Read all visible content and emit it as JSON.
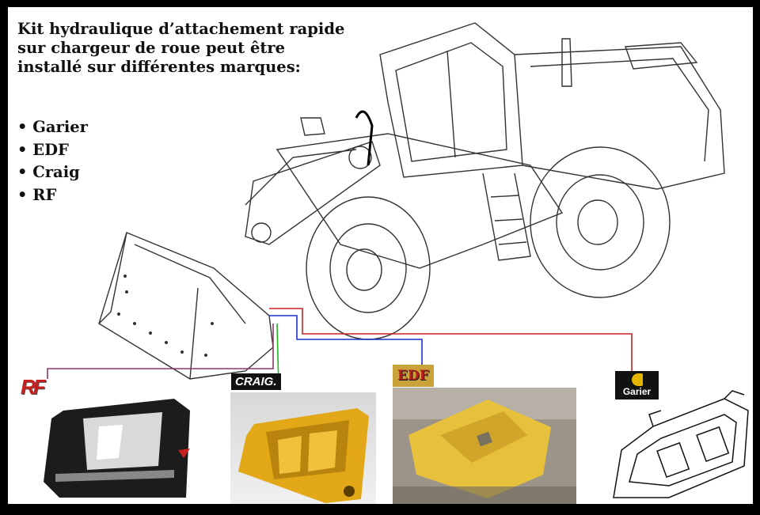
{
  "title": "Kit hydraulique d’attachement rapide sur chargeur de roue peut être installé sur différentes marques:",
  "brands": [
    "Garier",
    "EDF",
    "Craig",
    "RF"
  ],
  "logos": {
    "rf": "RF",
    "craig": "CRAIG.",
    "edf": "EDF",
    "garier": "Garier"
  },
  "connector_colors": {
    "rf": "#8b3a6b",
    "craig": "#22bb22",
    "edf": "#1f2fd0",
    "garier": "#cc2222"
  }
}
